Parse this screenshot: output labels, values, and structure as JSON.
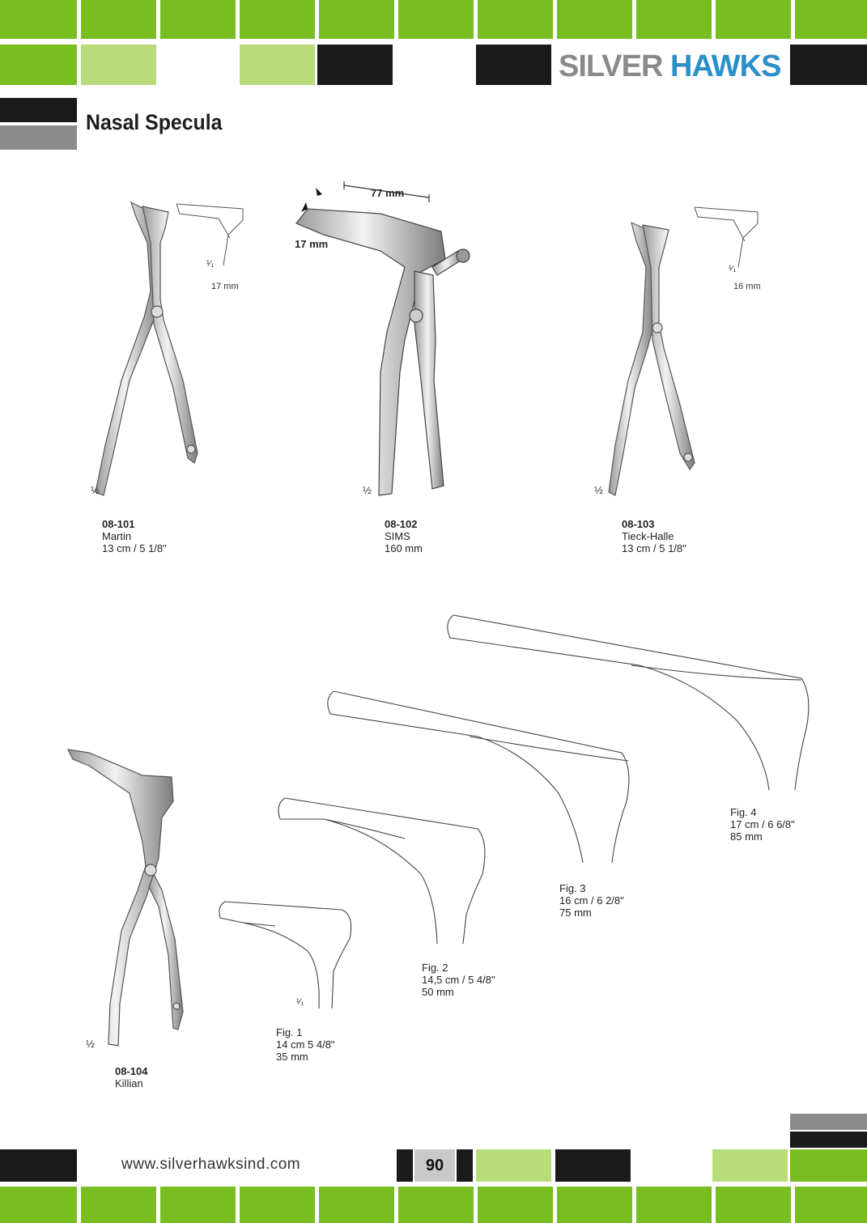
{
  "brand": {
    "part1": "SILVER",
    "part2": "HAWKS"
  },
  "page_title": "Nasal Specula",
  "products": [
    {
      "code": "08-101",
      "name": "Martin",
      "size": "13 cm / 5 1/8\"",
      "scale": "½",
      "tip_scale": "¹⁄₁",
      "tip_size": "17 mm"
    },
    {
      "code": "08-102",
      "name": "SIMS",
      "size": "160 mm",
      "scale": "½",
      "dim_length": "77 mm",
      "dim_width": "17 mm"
    },
    {
      "code": "08-103",
      "name": "Tieck-Halle",
      "size": "13 cm / 5 1/8\"",
      "scale": "½",
      "tip_scale": "¹⁄₁",
      "tip_size": "16 mm"
    },
    {
      "code": "08-104",
      "name": "Killian",
      "scale": "½"
    }
  ],
  "figures": [
    {
      "label": "Fig. 1",
      "size": "14 cm 5 4/8\"",
      "length": "35 mm",
      "scale": "¹⁄₁"
    },
    {
      "label": "Fig. 2",
      "size": "14,5 cm / 5 4/8\"",
      "length": "50 mm"
    },
    {
      "label": "Fig. 3",
      "size": "16 cm / 6 2/8\"",
      "length": "75 mm"
    },
    {
      "label": "Fig. 4",
      "size": "17 cm / 6 6/8\"",
      "length": "85 mm"
    }
  ],
  "footer": {
    "url": "www.silverhawksind.com",
    "page_number": "90"
  },
  "colors": {
    "green": "#78be21",
    "light_green": "#b8dc7a",
    "black": "#1a1a1a",
    "grey": "#8c8c8c",
    "brand_blue": "#2b8fc8"
  }
}
